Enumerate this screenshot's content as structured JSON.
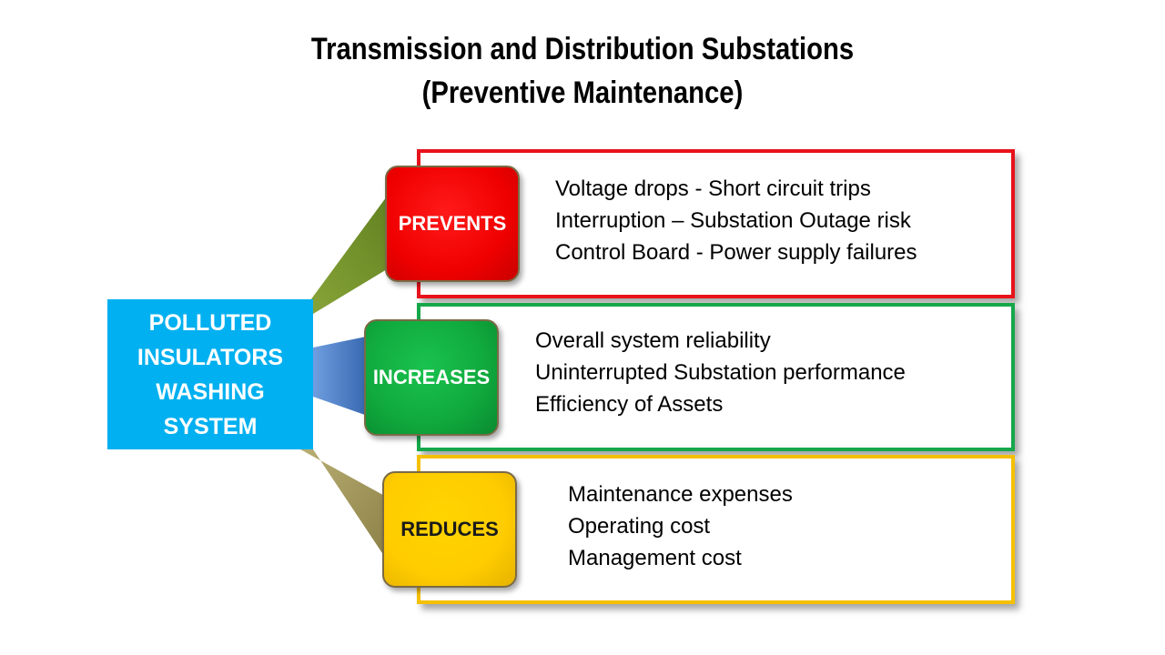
{
  "title": {
    "line1": "Transmission and Distribution Substations",
    "line2": "(Preventive Maintenance)"
  },
  "source": {
    "lines": [
      "POLLUTED",
      "INSULATORS",
      "WASHING",
      "SYSTEM"
    ],
    "color": "#00b0f0"
  },
  "branches": [
    {
      "label": "PREVENTS",
      "color": "#ff0000",
      "border_color": "#e8121b",
      "items": [
        "Voltage drops - Short circuit trips",
        "Interruption – Substation Outage risk",
        "Control Board - Power supply failures"
      ]
    },
    {
      "label": "INCREASES",
      "color": "#10a93d",
      "border_color": "#16a74b",
      "items": [
        "Overall system reliability",
        "Uninterrupted Substation performance",
        "Efficiency of Assets"
      ]
    },
    {
      "label": "REDUCES",
      "color": "#ffcc00",
      "border_color": "#f5c000",
      "items": [
        "Maintenance expenses",
        "Operating cost",
        "Management cost"
      ]
    }
  ]
}
